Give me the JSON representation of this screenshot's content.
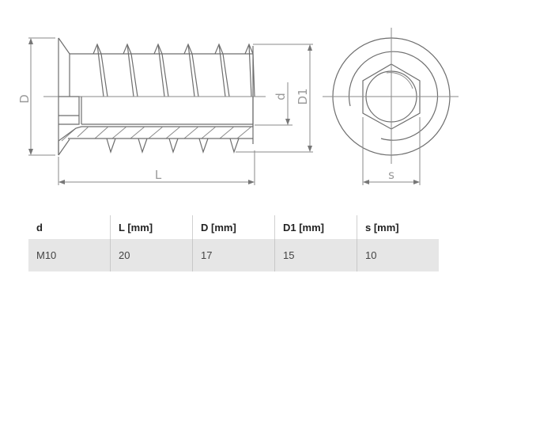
{
  "drawing": {
    "side_view_labels": {
      "D": "D",
      "L": "L",
      "d": "d",
      "D1": "D1"
    },
    "end_view_labels": {
      "s": "s"
    }
  },
  "table": {
    "headers": [
      "d",
      "L [mm]",
      "D [mm]",
      "D1 [mm]",
      "s [mm]"
    ],
    "rows": [
      [
        "M10",
        "20",
        "17",
        "15",
        "10"
      ]
    ]
  }
}
